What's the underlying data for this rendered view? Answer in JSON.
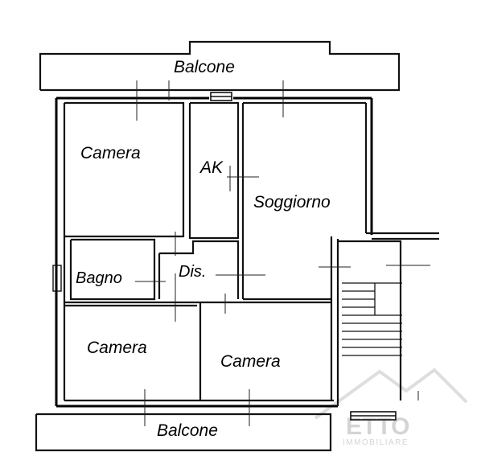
{
  "floor_plan": {
    "rooms": {
      "balcone_top": "Balcone",
      "camera_top_left": "Camera",
      "ak": "AK",
      "soggiorno": "Soggiorno",
      "bagno": "Bagno",
      "dis": "Dis.",
      "camera_bottom_left": "Camera",
      "camera_bottom_right": "Camera",
      "balcone_bottom": "Balcone"
    }
  },
  "watermark": {
    "brand": "ETTO",
    "tagline": "IMMOBILIARE"
  },
  "colors": {
    "line": "#111111",
    "background": "#ffffff",
    "watermark": "#d4d4d4"
  }
}
